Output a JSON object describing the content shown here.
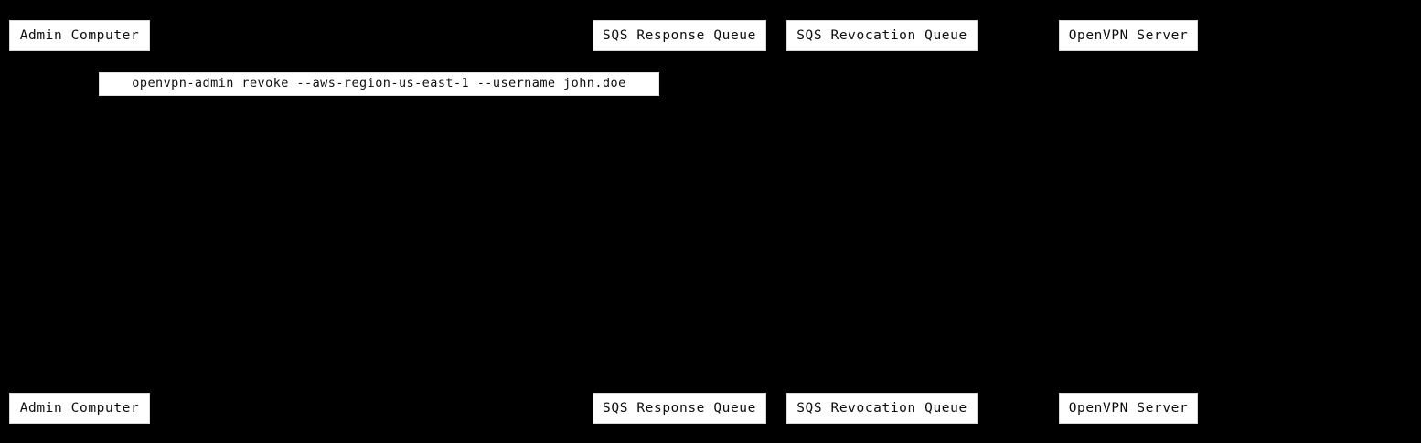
{
  "diagram": {
    "type": "sequence-diagram",
    "background_color": "#000000",
    "box_fill_color": "#ffffff",
    "box_text_color": "#0d0d0d",
    "participants_top": [
      {
        "id": "admin-computer",
        "label": "Admin Computer"
      },
      {
        "id": "sqs-response-queue",
        "label": "SQS Response Queue"
      },
      {
        "id": "sqs-revocation-queue",
        "label": "SQS Revocation Queue"
      },
      {
        "id": "openvpn-server",
        "label": "OpenVPN Server"
      }
    ],
    "participants_bottom": [
      {
        "id": "admin-computer-foot",
        "label": "Admin Computer"
      },
      {
        "id": "sqs-response-queue-foot",
        "label": "SQS Response Queue"
      },
      {
        "id": "sqs-revocation-queue-foot",
        "label": "SQS Revocation Queue"
      },
      {
        "id": "openvpn-server-foot",
        "label": "OpenVPN Server"
      }
    ],
    "messages": [
      {
        "id": "revoke-command",
        "label": "openvpn-admin revoke --aws-region-us-east-1 --username john.doe"
      }
    ]
  }
}
